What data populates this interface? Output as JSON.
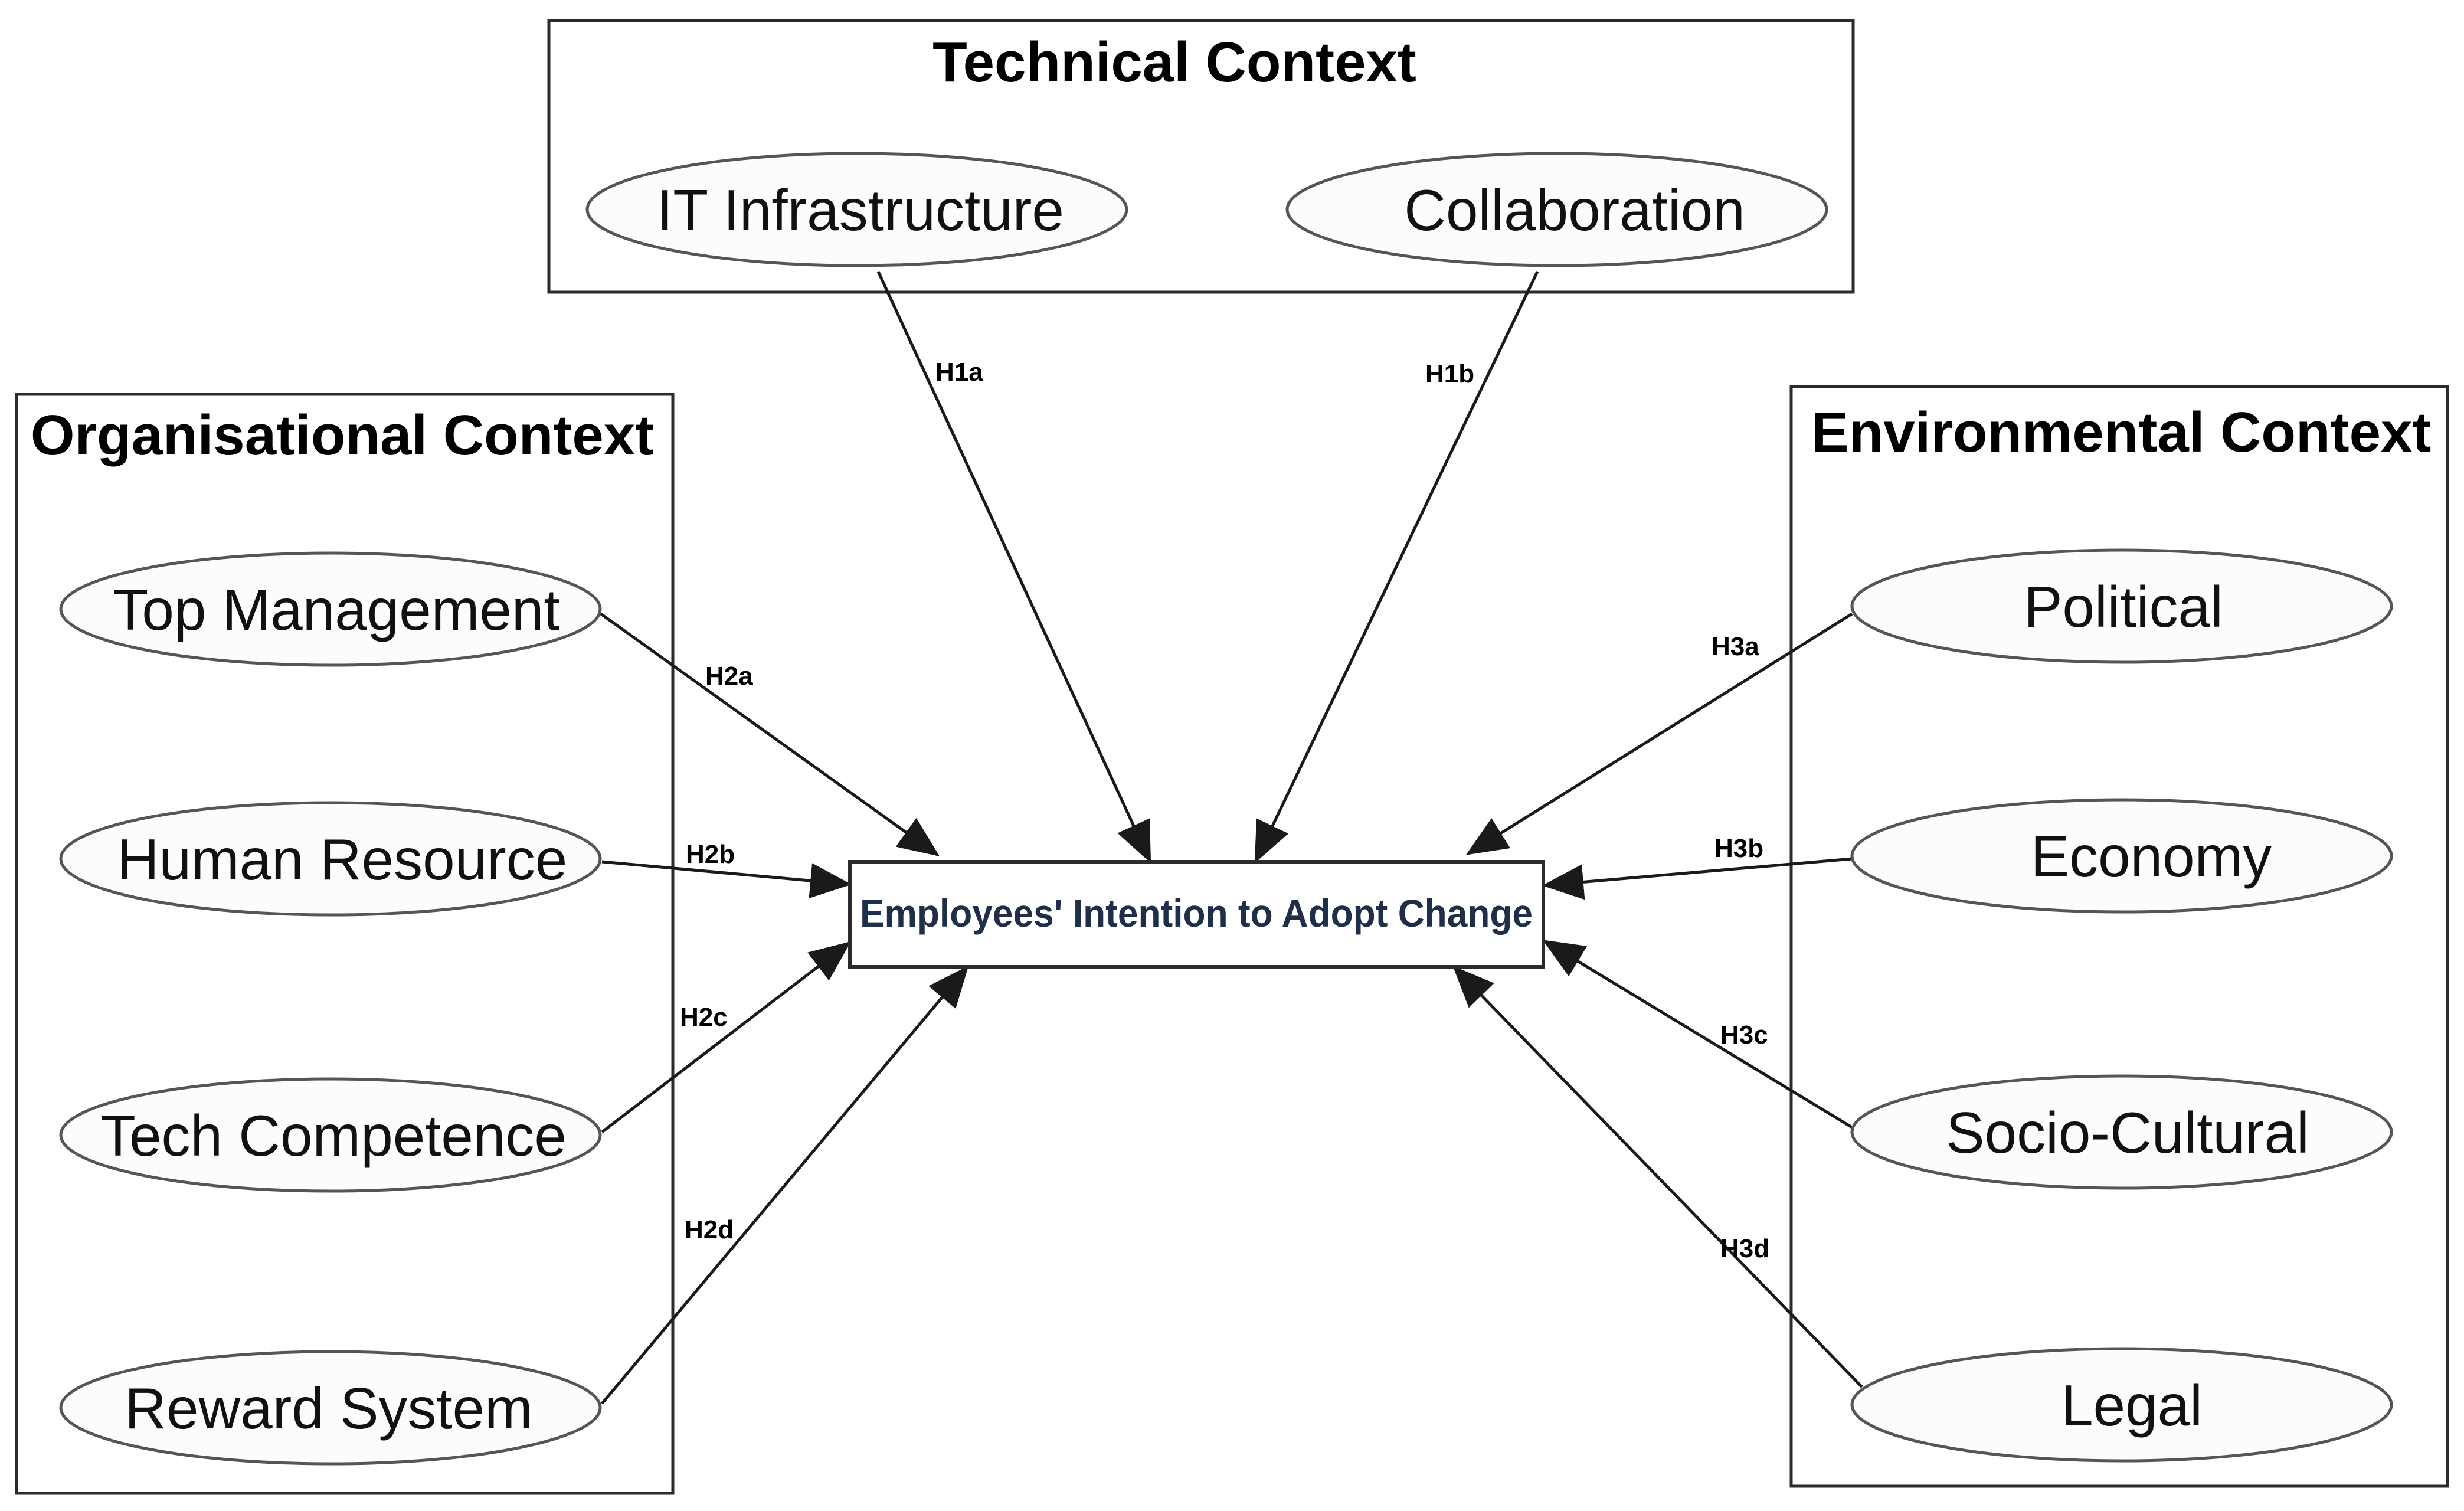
{
  "contexts": {
    "technical": {
      "title": "Technical Context"
    },
    "organisational": {
      "title": "Organisational Context"
    },
    "environmental": {
      "title": "Environmental Context"
    }
  },
  "target": {
    "label": "Employees' Intention to Adopt Change"
  },
  "nodes": {
    "it_infrastructure": "IT Infrastructure",
    "collaboration": "Collaboration",
    "top_management": "Top Management",
    "human_resource": "Human Resource",
    "tech_competence": "Tech Competence",
    "reward_system": "Reward System",
    "political": "Political",
    "economy": "Economy",
    "socio_cultural": "Socio-Cultural",
    "legal": "Legal"
  },
  "hypotheses": {
    "h1a": "H1a",
    "h1b": "H1b",
    "h2a": "H2a",
    "h2b": "H2b",
    "h2c": "H2c",
    "h2d": "H2d",
    "h3a": "H3a",
    "h3b": "H3b",
    "h3c": "H3c",
    "h3d": "H3d"
  },
  "colors": {
    "stroke": "#2b2b2b",
    "node_fill": "#fdfcfa",
    "target_text": "#1f2f4a"
  }
}
